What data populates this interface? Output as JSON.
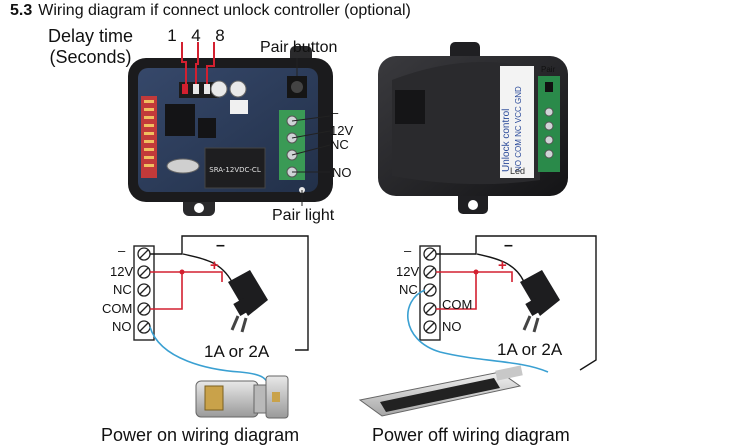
{
  "header": {
    "number": "5.3",
    "title": "Wiring diagram if connect unlock controller (optional)"
  },
  "board": {
    "delay_time_label": "Delay time",
    "delay_units_label": "(Seconds)",
    "dip_positions": [
      "1",
      "4",
      "8"
    ],
    "pair_button_label": "Pair button",
    "pair_light_label": "Pair light",
    "terminals": [
      "–",
      "12V",
      "NC",
      "NO"
    ],
    "relay_text": "SRA-12VDC-CL"
  },
  "enclosure": {
    "label_title": "Unlock control",
    "label_pins": "NO COM NC VCC GND",
    "pair_text": "Pair",
    "led_text": "Led"
  },
  "power_on_diagram": {
    "terminals": [
      "–",
      "12V",
      "NC",
      "COM",
      "NO"
    ],
    "minus_sign": "–",
    "plus_sign": "+",
    "adapter_rating": "1A or 2A",
    "caption": "Power on wiring diagram"
  },
  "power_off_diagram": {
    "terminals": [
      "–",
      "12V",
      "NC",
      "COM",
      "NO"
    ],
    "minus_sign": "–",
    "plus_sign": "+",
    "adapter_rating": "1A or 2A",
    "caption": "Power off wiring diagram"
  },
  "colors": {
    "board_blue": "#2d3f5c",
    "board_black": "#1b1b1d",
    "terminal_green": "#3a9a55",
    "wire_black": "#151515",
    "wire_red": "#d32030",
    "wire_blue": "#3aa0d2",
    "dip_red": "#d32030",
    "brass": "#c9a24a"
  }
}
